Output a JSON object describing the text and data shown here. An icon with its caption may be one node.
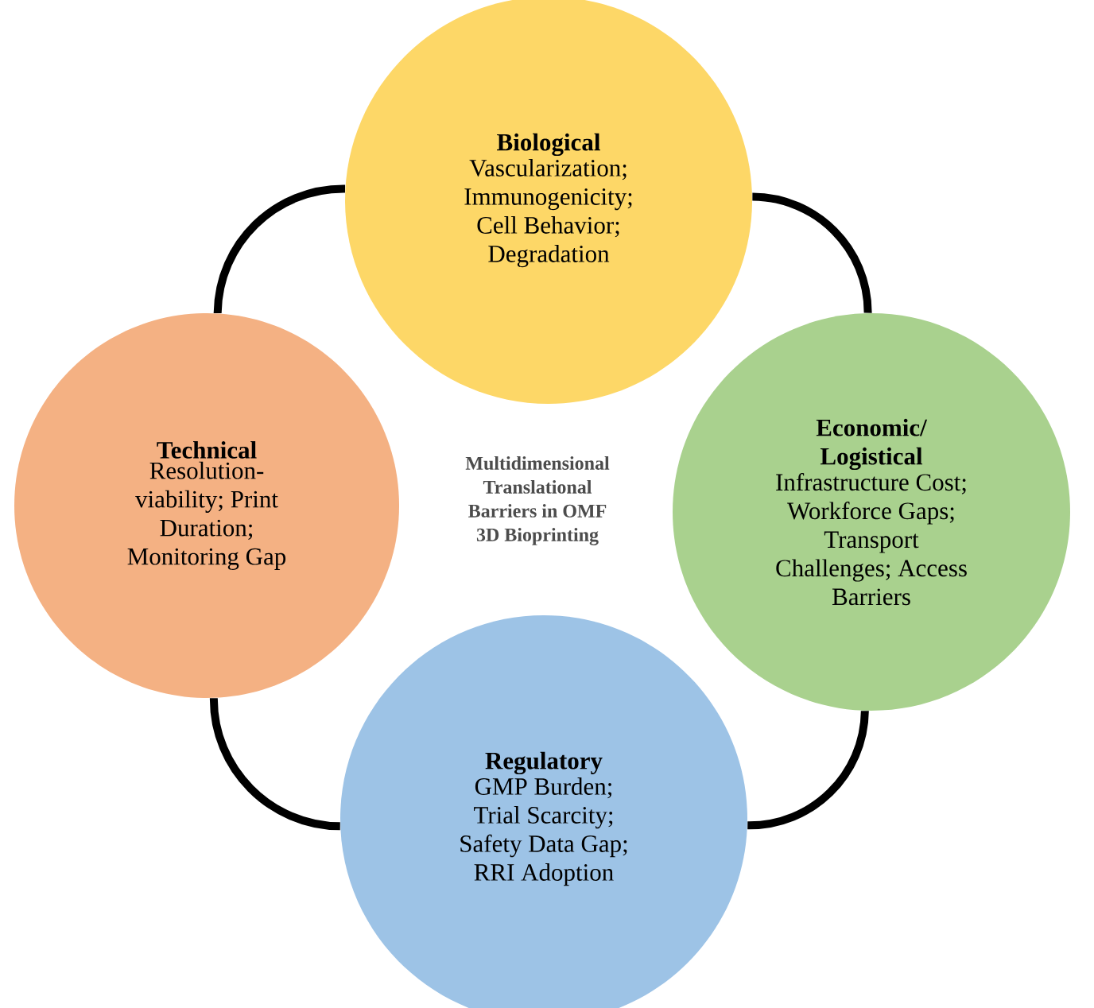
{
  "diagram": {
    "title": "Multidimensional Translational Barriers in OMF 3D Bioprinting",
    "nodes": [
      {
        "text": [
          "Biological",
          "Vascularization; Immunogenicity; Cell Behavior; Degradation"
        ]
      },
      {
        "text": [
          "Economic/ Logistical",
          "Infrastructure Cost; Workforce Gaps; Transport Challenges; Access Barriers"
        ]
      },
      {
        "text": [
          "Regulatory",
          "GMP Burden; Trial Scarcity; Safety Data Gap; RRI Adoption"
        ]
      },
      {
        "text": [
          "Technical",
          "Resolution-viability; Print Duration; Monitoring Gap"
        ]
      }
    ],
    "edges": [
      {
        "from": 0,
        "to": 1,
        "arrow": "none"
      },
      {
        "from": 1,
        "to": 2,
        "arrow": "none"
      },
      {
        "from": 2,
        "to": 3,
        "arrow": "none"
      },
      {
        "from": 3,
        "to": 0,
        "arrow": "none"
      }
    ]
  }
}
